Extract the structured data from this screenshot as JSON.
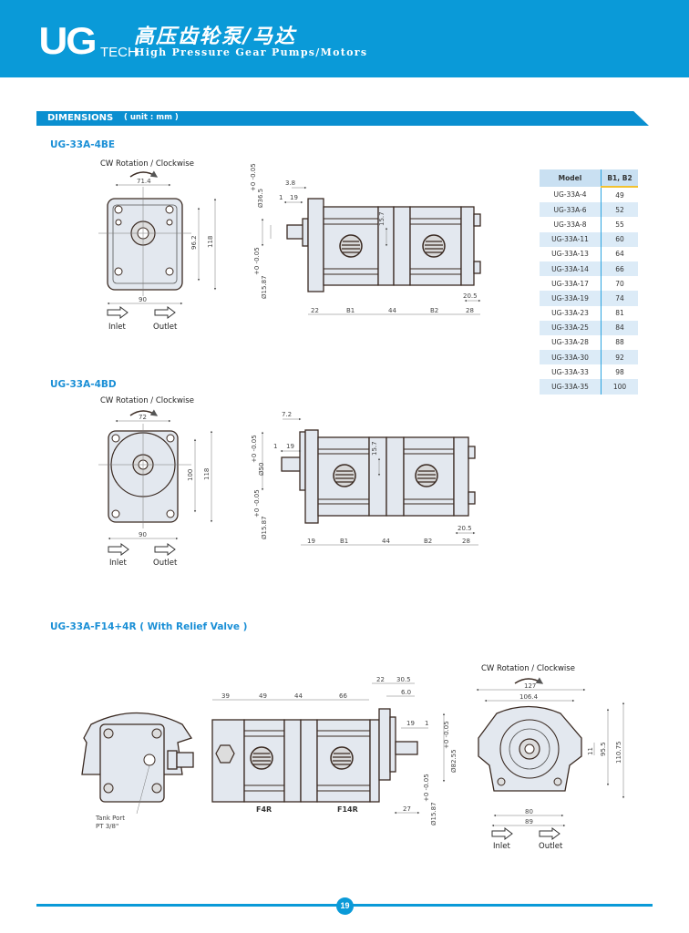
{
  "header": {
    "logo": "UG",
    "logo_sub": "TECH",
    "title_cn": "高压齿轮泵/马达",
    "title_en": "High Pressure Gear Pumps/Motors"
  },
  "section_bar": {
    "title": "DIMENSIONS",
    "unit": "( unit : mm )"
  },
  "rotation_label": "CW Rotation / Clockwise",
  "inlet": "Inlet",
  "outlet": "Outlet",
  "models": [
    {
      "title": "UG-33A-4BE",
      "front": {
        "width_top": "71.4",
        "inner_h": "96.2",
        "height": "118",
        "width": "90"
      },
      "side": {
        "top1": "3.8",
        "top2": "19",
        "top3": "1",
        "dia_flange": "Ø36.5",
        "tol_flange": "+0 -0.05",
        "dia_shaft": "Ø15.87",
        "tol_shaft": "+0 -0.05",
        "offset": "15.7",
        "bottom": [
          "22",
          "B1",
          "44",
          "B2",
          "28"
        ],
        "end": "20.5"
      }
    },
    {
      "title": "UG-33A-4BD",
      "front": {
        "width_top": "72",
        "inner_h": "100",
        "height": "118",
        "width": "90"
      },
      "side": {
        "top1": "7.2",
        "top2": "19",
        "top3": "1",
        "dia_flange": "Ø50",
        "tol_flange": "+0 -0.05",
        "dia_shaft": "Ø15.87",
        "tol_shaft": "+0 -0.05",
        "offset": "15.7",
        "bottom": [
          "19",
          "B1",
          "44",
          "B2",
          "28"
        ],
        "end": "20.5"
      }
    }
  ],
  "relief": {
    "title": "UG-33A-F14+4R  ( With Relief Valve )",
    "tank_port": "Tank Port",
    "tank_thread": "PT 3/8\"",
    "top_dims": [
      "39",
      "49",
      "44",
      "66"
    ],
    "dim_22": "22",
    "dim_30_5": "30.5",
    "dim_6": "6.0",
    "dim_19": "19",
    "dim_1": "1",
    "dia_flange": "Ø82.55",
    "tol_flange": "+0 -0.05",
    "dia_shaft": "Ø15.87",
    "tol_shaft": "+0 -0.05",
    "dim_27": "27",
    "label_rear": "F4R",
    "label_front": "F14R",
    "front": {
      "w127": "127",
      "w106": "106.4",
      "h11": "11",
      "h95": "95.5",
      "h110": "110.75",
      "w80": "80",
      "w89": "89"
    }
  },
  "table": {
    "headers": [
      "Model",
      "B1, B2"
    ],
    "rows": [
      [
        "UG-33A-4",
        "49"
      ],
      [
        "UG-33A-6",
        "52"
      ],
      [
        "UG-33A-8",
        "55"
      ],
      [
        "UG-33A-11",
        "60"
      ],
      [
        "UG-33A-13",
        "64"
      ],
      [
        "UG-33A-14",
        "66"
      ],
      [
        "UG-33A-17",
        "70"
      ],
      [
        "UG-33A-19",
        "74"
      ],
      [
        "UG-33A-23",
        "81"
      ],
      [
        "UG-33A-25",
        "84"
      ],
      [
        "UG-33A-28",
        "88"
      ],
      [
        "UG-33A-30",
        "92"
      ],
      [
        "UG-33A-33",
        "98"
      ],
      [
        "UG-33A-35",
        "100"
      ]
    ]
  },
  "page_number": "19",
  "colors": {
    "brand": "#0a9ad8",
    "title": "#1a8fd6",
    "table_alt": "#dcebf7",
    "accent": "#f2c230"
  }
}
